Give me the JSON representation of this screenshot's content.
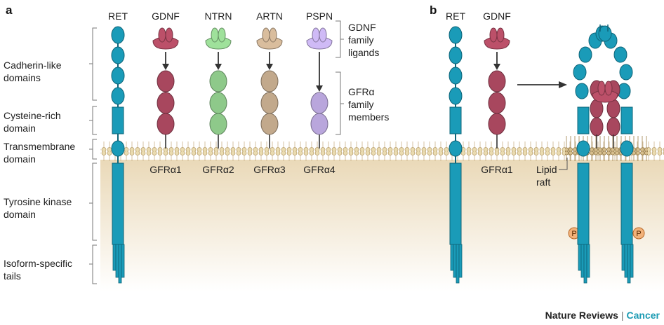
{
  "panel_a": {
    "letter": "a",
    "receptor": "RET",
    "ligands": [
      "GDNF",
      "NTRN",
      "ARTN",
      "PSPN"
    ],
    "coreceptors": [
      "GFRα1",
      "GFRα2",
      "GFRα3",
      "GFRα4"
    ],
    "domains": {
      "cadherin": [
        "Cadherin-like",
        "domains"
      ],
      "cysteine": [
        "Cysteine-rich",
        "domain"
      ],
      "transmembrane": [
        "Transmembrane",
        "domain"
      ],
      "kinase": [
        "Tyrosine kinase",
        "domain"
      ],
      "tails": [
        "Isoform-specific",
        "tails"
      ]
    },
    "group_ligands": [
      "GDNF",
      "family",
      "ligands"
    ],
    "group_receptors": [
      "GFRα",
      "family",
      "members"
    ]
  },
  "panel_b": {
    "letter": "b",
    "receptor": "RET",
    "ligand": "GDNF",
    "coreceptor": "GFRα1",
    "raft": [
      "Lipid",
      "raft"
    ],
    "phospho": "P"
  },
  "credit": {
    "journal": "Nature Reviews",
    "separator": "|",
    "subject": "Cancer"
  },
  "colors": {
    "ret": "#1a9bb8",
    "ret_stroke": "#0e6478",
    "gfra1": "#a8475e",
    "gfra2": "#8ec98a",
    "gfra3": "#c2a98c",
    "gfra4": "#b9a6dc",
    "membrane": "#e2cc96",
    "cytoplasm": "#ede3cc",
    "phospho": "#f2b27a"
  }
}
